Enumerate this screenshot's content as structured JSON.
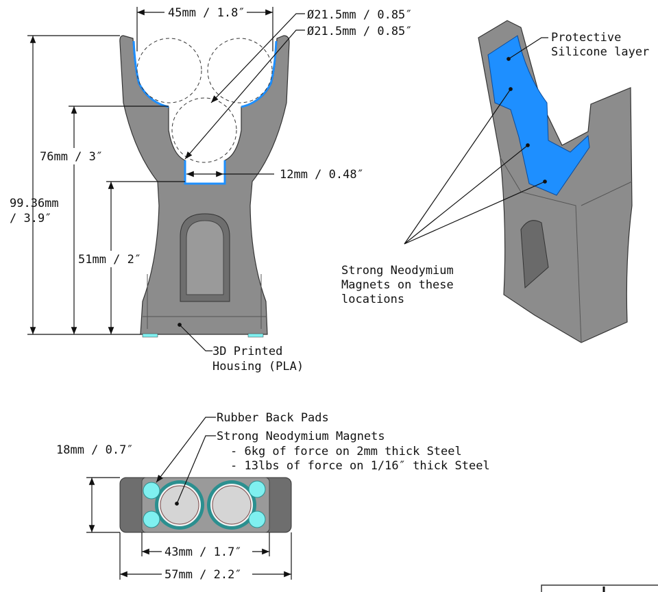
{
  "front_view": {
    "width_label": "45mm / 1.8″",
    "diameter_1": "Ø21.5mm / 0.85″",
    "diameter_2": "Ø21.5mm / 0.85″",
    "height_total_1": "99.36mm",
    "height_total_2": "/ 3.9″",
    "height_76": "76mm / 3″",
    "slot_width": "12mm / 0.48″",
    "height_51": "51mm / 2″",
    "housing_1": "3D Printed",
    "housing_2": "Housing (PLA)"
  },
  "iso_view": {
    "silicone_1": "Protective",
    "silicone_2": "Silicone layer",
    "magnets_1": "Strong Neodymium",
    "magnets_2": "Magnets on these",
    "magnets_3": "locations"
  },
  "bottom_view": {
    "pads": "Rubber Back Pads",
    "magnets": "Strong Neodymium Magnets",
    "force_1": "- 6kg of force on 2mm thick Steel",
    "force_2": "- 13lbs of force on 1/16″ thick Steel",
    "depth": "18mm / 0.7″",
    "inner_width": "43mm / 1.7″",
    "outer_width": "57mm / 2.2″"
  },
  "colors": {
    "body": "#8c8c8c",
    "silicone": "#1e8fff",
    "pads": "#7ff0f0"
  }
}
